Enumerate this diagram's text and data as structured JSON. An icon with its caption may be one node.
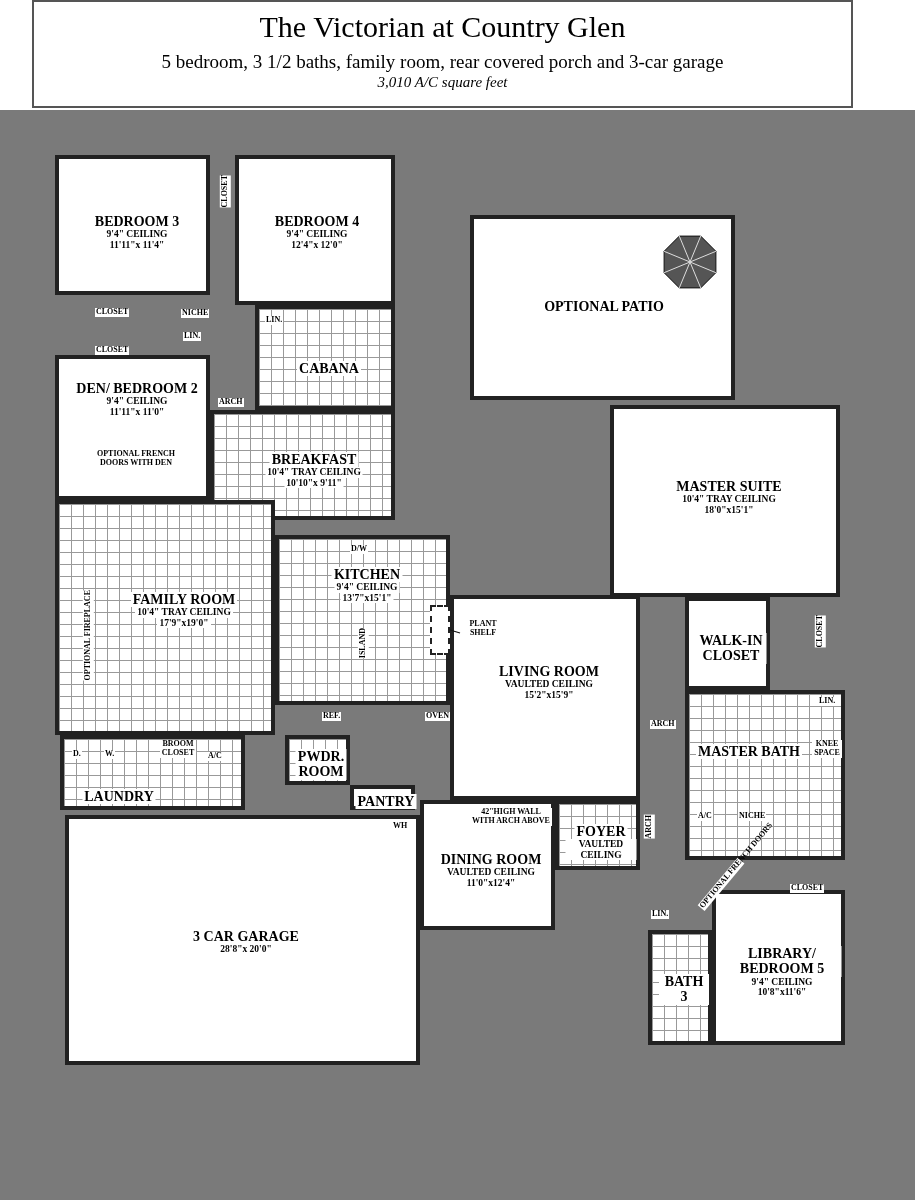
{
  "diagram": {
    "title": "The Victorian at Country Glen",
    "nodes": [
      {
        "text": [
          "OPTIONAL PATIO"
        ]
      },
      {
        "text": [
          "BEDROOM 3",
          "9'4\" CEILING",
          "11'11\"x 11'4\""
        ]
      },
      {
        "text": [
          "BEDROOM 4",
          "9'4\" CEILING",
          "12'4\"x 12'0\""
        ]
      },
      {
        "text": [
          "CABANA"
        ]
      },
      {
        "text": [
          "DEN/ BEDROOM 2",
          "9'4\" CEILING",
          "11'11\"x 11'0\""
        ]
      },
      {
        "text": [
          "BREAKFAST",
          "10'4\" TRAY CEILING",
          "10'10\"x 9'11\""
        ]
      },
      {
        "text": [
          "MASTER SUITE",
          "10'4\" TRAY CEILING",
          "18'0\"x15'1\""
        ]
      },
      {
        "text": [
          "FAMILY ROOM",
          "10'4\" TRAY CEILING",
          "17'9\"x19'0\""
        ]
      },
      {
        "text": [
          "KITCHEN",
          "9'4\" CEILING",
          "13'7\"x15'1\""
        ]
      },
      {
        "text": [
          "LIVING ROOM",
          "VAULTED CEILING",
          "15'2\"x15'9\""
        ]
      },
      {
        "text": [
          "WALK-IN CLOSET"
        ]
      },
      {
        "text": [
          "MASTER BATH"
        ]
      },
      {
        "text": [
          "LAUNDRY"
        ]
      },
      {
        "text": [
          "PWDR. ROOM"
        ]
      },
      {
        "text": [
          "PANTRY"
        ]
      },
      {
        "text": [
          "FOYER",
          "VAULTED CEILING"
        ]
      },
      {
        "text": [
          "DINING ROOM",
          "VAULTED CEILING",
          "11'0\"x12'4\""
        ]
      },
      {
        "text": [
          "3 CAR GARAGE",
          "28'8\"x 20'0\""
        ]
      },
      {
        "text": [
          "BATH 3"
        ]
      },
      {
        "text": [
          "LIBRARY/ BEDROOM 5",
          "9'4\" CEILING",
          "10'8\"x11'6\""
        ]
      },
      {
        "text": [
          "PLANT SHELF"
        ],
        "in": 9
      },
      {
        "text": [],
        "shape": "box",
        "in": 8
      }
    ],
    "edges": [
      {
        "from": 20,
        "to": 21,
        "arrow": "none"
      }
    ],
    "labels": [
      "5 bedroom, 3 1/2 baths, family room, rear covered porch and 3-car garage",
      "3,010 A/C square feet",
      "CLOSET",
      "CLOSET",
      "NICHE",
      "LIN.",
      "LIN.",
      "CLOSET",
      "ARCH",
      "OPTIONAL FRENCH DOORS WITH DEN",
      "D/W",
      "OPTIONAL FIREPLACE",
      "ISLAND",
      "REF.",
      "OVEN",
      "D.",
      "W.",
      "BROOM CLOSET",
      "A/C",
      "CLOSET",
      "ARCH",
      "LIN.",
      "KNEE SPACE",
      "A/C",
      "NICHE",
      "42\"HIGH WALL WITH ARCH ABOVE",
      "WH",
      "ARCH",
      "OPTIONAL FRENCH DOORS",
      "CLOSET",
      "LIN."
    ]
  }
}
